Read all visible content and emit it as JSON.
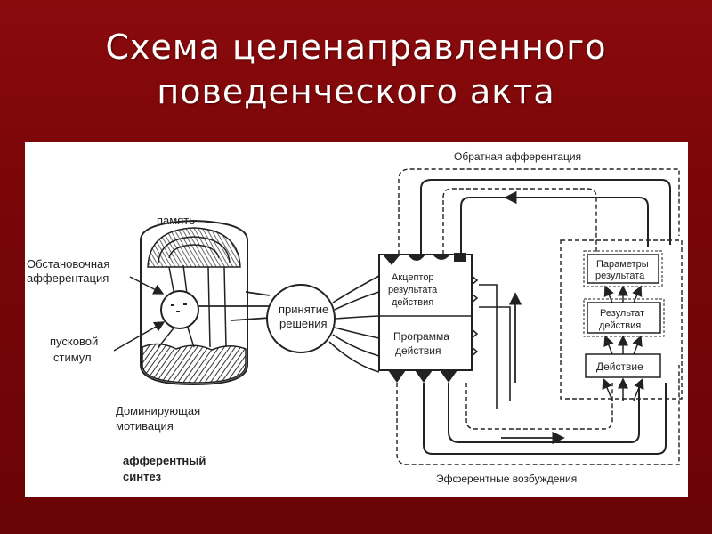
{
  "slide": {
    "title_line1": "Схема целенаправленного",
    "title_line2": "поведенческого акта"
  },
  "diagram": {
    "memory": "память",
    "situational_afferentation_1": "Обстановочная",
    "situational_afferentation_2": "афферентация",
    "trigger_stimulus_1": "пусковой",
    "trigger_stimulus_2": "стимул",
    "dominant_motivation_1": "Доминирующая",
    "dominant_motivation_2": "мотивация",
    "afferent_synthesis_1": "афферентный",
    "afferent_synthesis_2": "синтез",
    "decision_1": "принятие",
    "decision_2": "решения",
    "acceptor_1": "Акцептор",
    "acceptor_2": "результата",
    "acceptor_3": "действия",
    "program_1": "Программа",
    "program_2": "действия",
    "result_params_1": "Параметры",
    "result_params_2": "результата",
    "action_result_1": "Результат",
    "action_result_2": "действия",
    "action": "Действие",
    "feedback_afferentation": "Обратная афферентация",
    "efferent_excitations": "Эфферентные возбуждения"
  },
  "colors": {
    "background": "#7a0608",
    "panel": "#ffffff",
    "ink": "#222222"
  }
}
